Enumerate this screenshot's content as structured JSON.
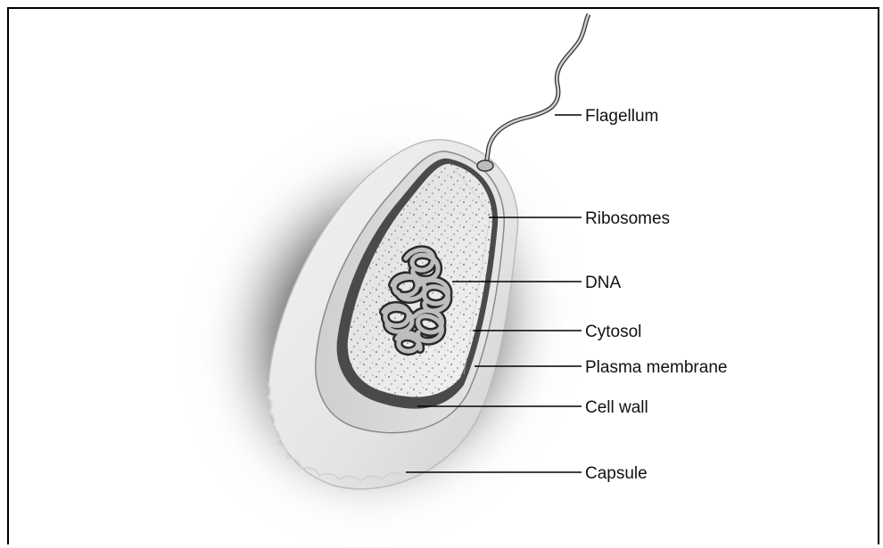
{
  "labels": {
    "flagellum": "Flagellum",
    "ribosomes": "Ribosomes",
    "dna": "DNA",
    "cytosol": "Cytosol",
    "plasma_membrane": "Plasma membrane",
    "cell_wall": "Cell wall",
    "capsule": "Capsule"
  }
}
